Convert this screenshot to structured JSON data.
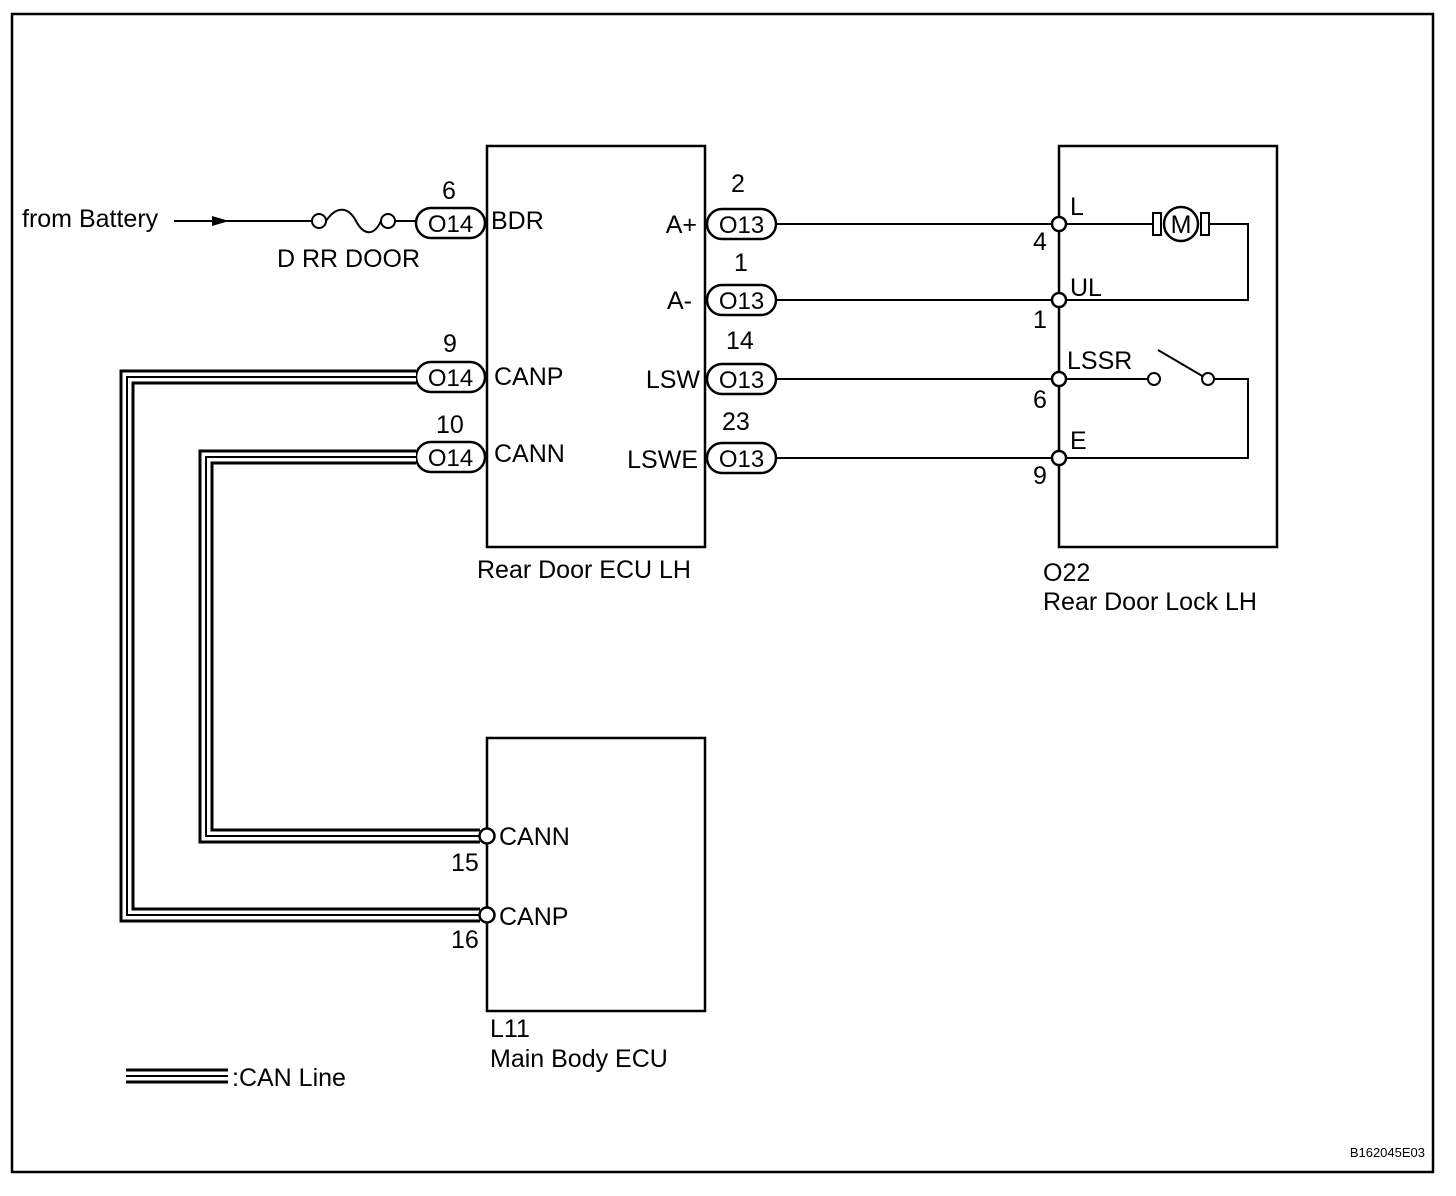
{
  "source_label": "from Battery",
  "fuse_label": "D RR DOOR",
  "ecu_rear": {
    "name": "Rear Door ECU LH",
    "bdr": {
      "pin": "6",
      "connector": "O14",
      "terminal": "BDR"
    },
    "canp": {
      "pin": "9",
      "connector": "O14",
      "terminal": "CANP"
    },
    "cann": {
      "pin": "10",
      "connector": "O14",
      "terminal": "CANN"
    },
    "a_plus": {
      "pin": "2",
      "connector": "O13",
      "terminal": "A+"
    },
    "a_minus": {
      "pin": "1",
      "connector": "O13",
      "terminal": "A-"
    },
    "lsw": {
      "pin": "14",
      "connector": "O13",
      "terminal": "LSW"
    },
    "lswe": {
      "pin": "23",
      "connector": "O13",
      "terminal": "LSWE"
    }
  },
  "door_lock": {
    "code": "O22",
    "name": "Rear Door Lock LH",
    "motor_symbol": "M",
    "l": {
      "pin": "4",
      "terminal": "L"
    },
    "ul": {
      "pin": "1",
      "terminal": "UL"
    },
    "lssr": {
      "pin": "6",
      "terminal": "LSSR"
    },
    "e": {
      "pin": "9",
      "terminal": "E"
    }
  },
  "main_body": {
    "code": "L11",
    "name": "Main Body ECU",
    "cann": {
      "pin": "15",
      "terminal": "CANN"
    },
    "canp": {
      "pin": "16",
      "terminal": "CANP"
    }
  },
  "legend": {
    "can_line": ":CAN Line"
  },
  "figure_code": "B162045E03"
}
